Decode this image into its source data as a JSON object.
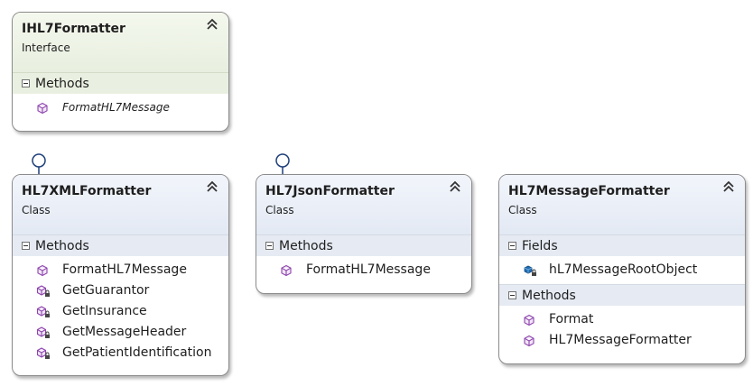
{
  "boxes": {
    "ihl7": {
      "name": "IHL7Formatter",
      "kind": "Interface",
      "sections": [
        {
          "title": "Methods",
          "items": [
            "FormatHL7Message"
          ]
        }
      ]
    },
    "xml": {
      "name": "HL7XMLFormatter",
      "kind": "Class",
      "sections": [
        {
          "title": "Methods",
          "items": [
            "FormatHL7Message",
            "GetGuarantor",
            "GetInsurance",
            "GetMessageHeader",
            "GetPatientIdentification"
          ]
        }
      ]
    },
    "json": {
      "name": "HL7JsonFormatter",
      "kind": "Class",
      "sections": [
        {
          "title": "Methods",
          "items": [
            "FormatHL7Message"
          ]
        }
      ]
    },
    "msg": {
      "name": "HL7MessageFormatter",
      "kind": "Class",
      "sections": [
        {
          "title": "Fields",
          "items": [
            "hL7MessageRootObject"
          ]
        },
        {
          "title": "Methods",
          "items": [
            "Format",
            "HL7MessageFormatter"
          ]
        }
      ]
    }
  },
  "colors": {
    "interface_header": "#e8efdf",
    "class_header": "#e3e9f4",
    "method_icon": "#8e44ad",
    "field_icon": "#1f6fb5",
    "lollipop": "#1f3f7a"
  },
  "icons": {
    "collapse": "double-chevron-up-icon",
    "public_method": "method-cube-icon",
    "private_method": "method-cube-lock-icon",
    "private_field": "field-lock-icon"
  }
}
